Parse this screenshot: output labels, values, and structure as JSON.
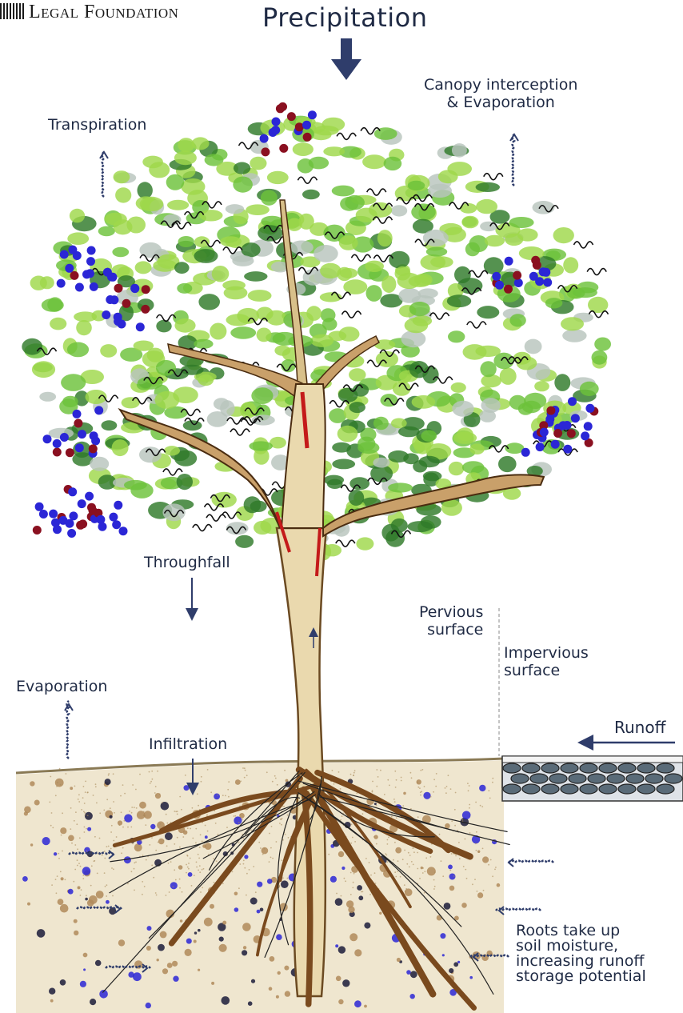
{
  "header": {
    "logo_text": "Legal Foundation"
  },
  "labels": {
    "precipitation": "Precipitation",
    "canopy_line1": "Canopy interception",
    "canopy_line2": "& Evaporation",
    "transpiration": "Transpiration",
    "throughfall": "Throughfall",
    "pervious_line1": "Pervious",
    "pervious_line2": "surface",
    "impervious_line1": "Impervious",
    "impervious_line2": "surface",
    "evaporation": "Evaporation",
    "runoff": "Runoff",
    "infiltration": "Infiltration",
    "roots_line1": "Roots take up",
    "roots_line2": "soil moisture,",
    "roots_line3": "increasing runoff",
    "roots_line4": "storage potential"
  },
  "colors": {
    "arrow": "#2f3d6b",
    "leaf_light": "#9fd84a",
    "leaf_mid": "#6cc23a",
    "leaf_dark": "#2f7a2a",
    "leaf_shadow": "#b8c4bd",
    "berry_blue": "#2b26d6",
    "berry_red": "#8a1020",
    "trunk": "#e6d6a8",
    "bark": "#7a4a1e",
    "soil": "#d8c7a0",
    "pavement": "#5a6b78"
  }
}
